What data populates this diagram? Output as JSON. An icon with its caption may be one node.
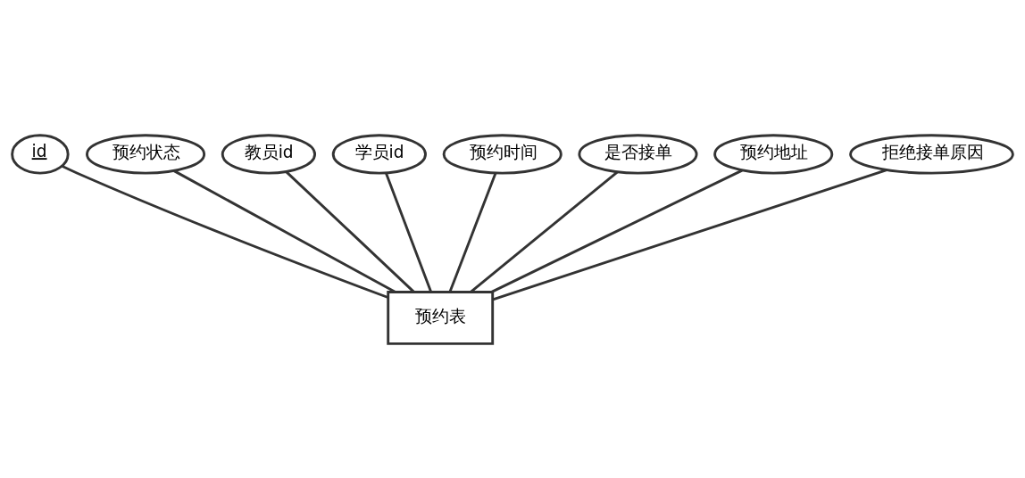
{
  "diagram": {
    "nodes": [
      {
        "text": [
          "预约表"
        ]
      },
      {
        "text": [
          "id"
        ]
      },
      {
        "text": [
          "预约状态"
        ]
      },
      {
        "text": [
          "教员id"
        ]
      },
      {
        "text": [
          "学员id"
        ]
      },
      {
        "text": [
          "预约时间"
        ]
      },
      {
        "text": [
          "是否接单"
        ]
      },
      {
        "text": [
          "预约地址"
        ]
      },
      {
        "text": [
          "拒绝接单原因"
        ]
      }
    ],
    "edges": [
      {
        "from": 0,
        "to": 1,
        "arrow": "none"
      },
      {
        "from": 0,
        "to": 2,
        "arrow": "none"
      },
      {
        "from": 0,
        "to": 3,
        "arrow": "none"
      },
      {
        "from": 0,
        "to": 4,
        "arrow": "none"
      },
      {
        "from": 0,
        "to": 5,
        "arrow": "none"
      },
      {
        "from": 0,
        "to": 6,
        "arrow": "none"
      },
      {
        "from": 0,
        "to": 7,
        "arrow": "none"
      },
      {
        "from": 0,
        "to": 8,
        "arrow": "none"
      }
    ]
  }
}
